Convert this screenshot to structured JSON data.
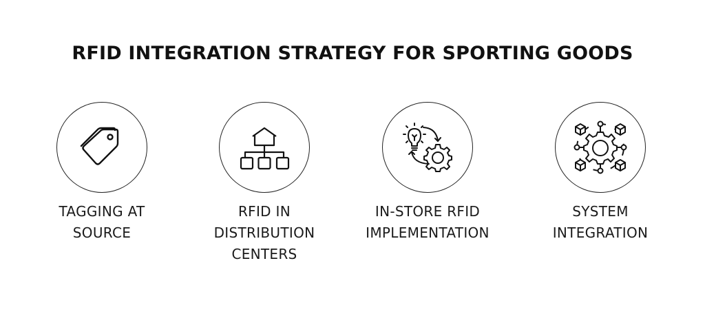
{
  "title": "RFID INTEGRATION STRATEGY FOR SPORTING GOODS",
  "items": [
    {
      "icon": "tag-icon",
      "lines": [
        "TAGGING AT",
        "SOURCE"
      ]
    },
    {
      "icon": "distribution-hierarchy-icon",
      "lines": [
        "RFID IN",
        "DISTRIBUTION",
        "CENTERS"
      ]
    },
    {
      "icon": "lightbulb-gear-cycle-icon",
      "lines": [
        "IN-STORE RFID",
        "IMPLEMENTATION"
      ]
    },
    {
      "icon": "gear-network-icon",
      "lines": [
        "SYSTEM",
        "INTEGRATION"
      ]
    }
  ],
  "colors": {
    "stroke": "#111111",
    "background": "#ffffff"
  }
}
